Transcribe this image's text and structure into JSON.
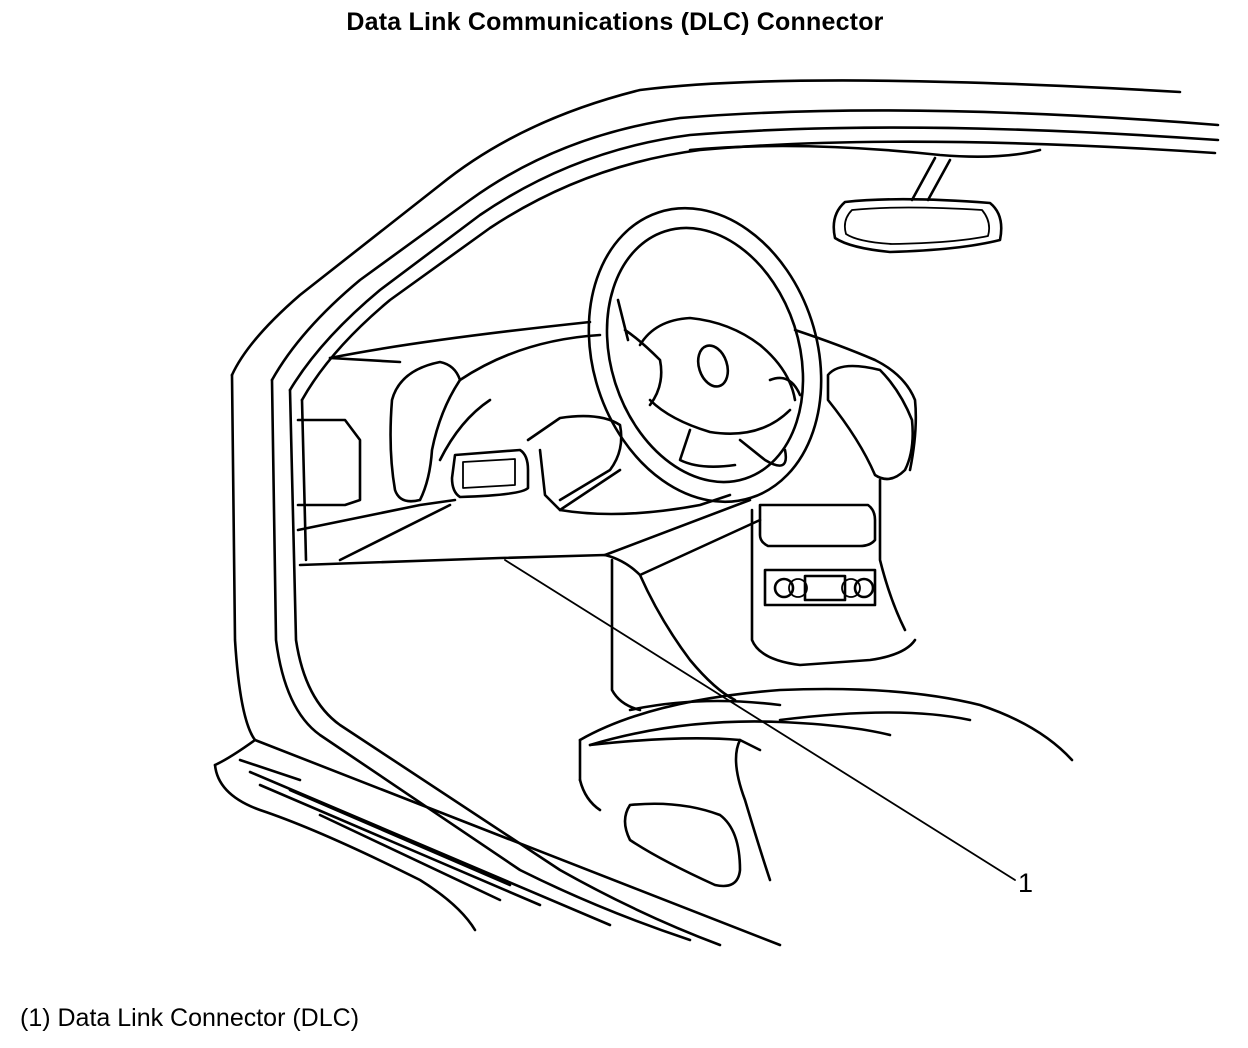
{
  "title": "Data Link Communications (DLC) Connector",
  "callout": {
    "number": "1"
  },
  "caption": "(1) Data Link Connector (DLC)",
  "colors": {
    "line": "#000000",
    "background": "#ffffff"
  }
}
